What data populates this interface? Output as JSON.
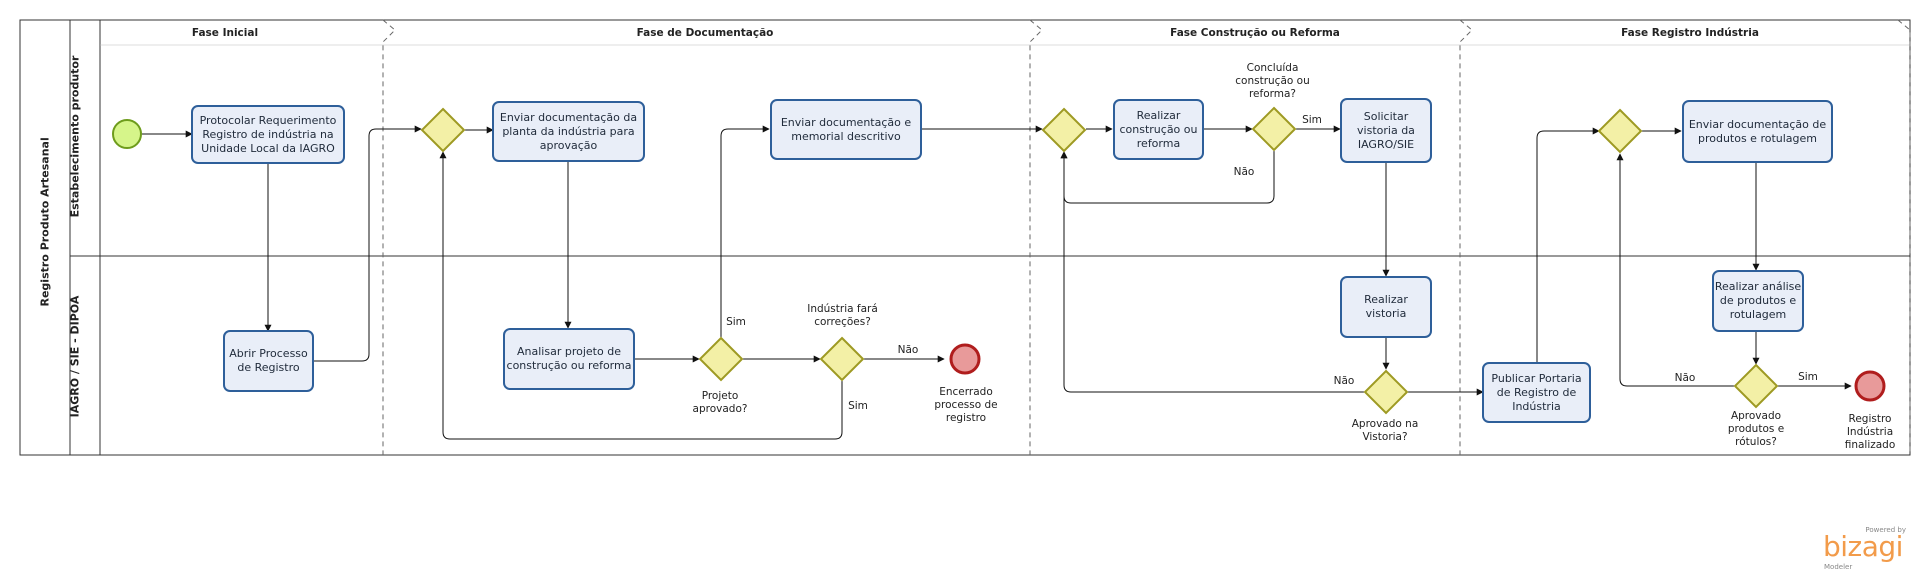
{
  "pool": {
    "title": "Registro Produto Artesanal"
  },
  "lanes": [
    {
      "id": "produtor",
      "label": "Estabelecimento produtor"
    },
    {
      "id": "iagro",
      "label": "IAGRO / SIE - DIPOA"
    }
  ],
  "phases": [
    {
      "id": "inicial",
      "label": "Fase Inicial"
    },
    {
      "id": "documentacao",
      "label": "Fase de Documentação"
    },
    {
      "id": "construcao",
      "label": "Fase Construção ou Reforma"
    },
    {
      "id": "registro",
      "label": "Fase Registro Indústria"
    }
  ],
  "tasks": [
    {
      "id": "t1",
      "label": "Protocolar Requerimento\nRegistro de indústria na\nUnidade Local da IAGRO"
    },
    {
      "id": "t2",
      "label": "Abrir Processo\nde Registro"
    },
    {
      "id": "t3",
      "label": "Enviar documentação da\nplanta da indústria para\naprovação"
    },
    {
      "id": "t4",
      "label": "Analisar projeto de\nconstrução ou reforma"
    },
    {
      "id": "t5",
      "label": "Enviar documentação e\nmemorial descritivo"
    },
    {
      "id": "t6",
      "label": "Realizar\nconstrução ou\nreforma"
    },
    {
      "id": "t7",
      "label": "Solicitar\nvistoria da\nIAGRO/SIE"
    },
    {
      "id": "t8",
      "label": "Realizar\nvistoria"
    },
    {
      "id": "t9",
      "label": "Publicar Portaria\nde Registro de\nIndústria"
    },
    {
      "id": "t10",
      "label": "Enviar documentação de\nprodutos e rotulagem"
    },
    {
      "id": "t11",
      "label": "Realizar análise\nde produtos e\nrotulagem"
    }
  ],
  "gateways": [
    {
      "id": "g_projeto",
      "label": "Projeto\naprovado?"
    },
    {
      "id": "g_correcoes",
      "label": "Indústria fará\ncorreções?"
    },
    {
      "id": "g_concluida",
      "label": "Concluída\nconstrução ou\nreforma?"
    },
    {
      "id": "g_vistoria",
      "label": "Aprovado na\nVistoria?"
    },
    {
      "id": "g_produtos",
      "label": "Aprovado\nprodutos e\nrótulos?"
    }
  ],
  "flow_labels": {
    "projeto_sim": "Sim",
    "correcoes_nao": "Não",
    "correcoes_sim": "Sim",
    "concluida_sim": "Sim",
    "concluida_nao": "Não",
    "vistoria_nao": "Não",
    "produtos_nao": "Não",
    "produtos_sim": "Sim"
  },
  "events": [
    {
      "id": "end1",
      "label": "Encerrado\nprocesso de\nregistro"
    },
    {
      "id": "end2",
      "label": "Registro\nIndústria\nfinalizado"
    }
  ],
  "branding": {
    "powered": "Powered by",
    "name": "bizagi",
    "product": "Modeler"
  },
  "colors": {
    "task_fill": "#e9eef8",
    "task_stroke": "#2e5f9a",
    "gateway_fill": "#f3f0a6",
    "gateway_stroke": "#9e9a23",
    "start_fill": "#d6f58a",
    "start_stroke": "#6e9c1c",
    "end_fill": "#e89a9a",
    "end_stroke": "#b01d1d",
    "logo": "#f29b4a"
  }
}
